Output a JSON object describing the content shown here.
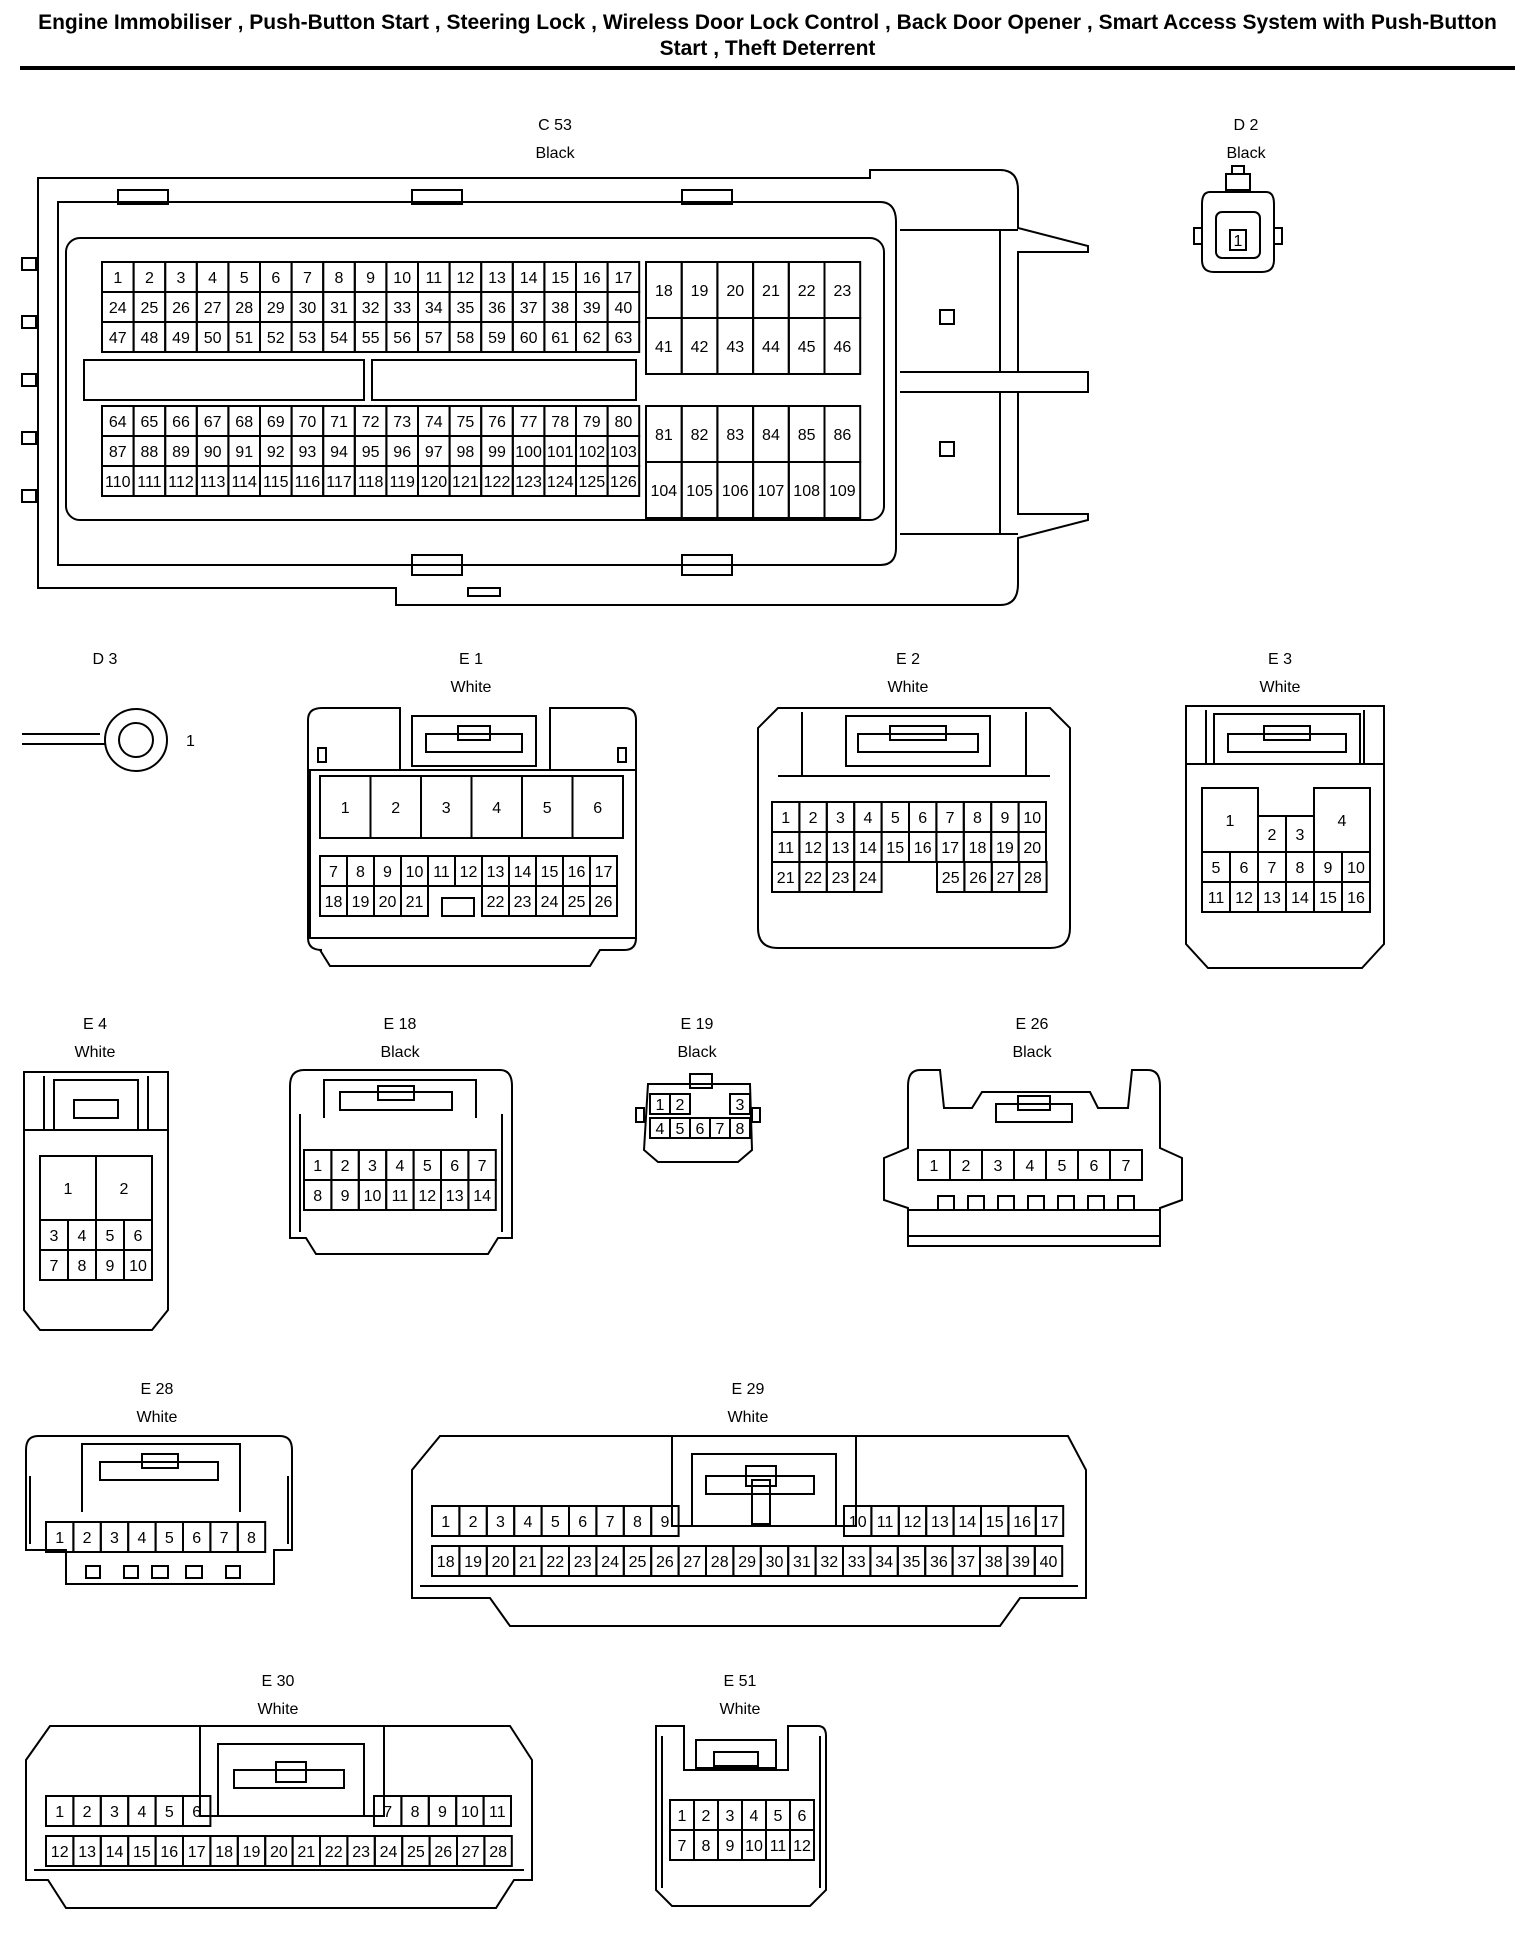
{
  "title": "Engine Immobiliser , Push-Button Start , Steering Lock , Wireless Door Lock Control , Back Door Opener , Smart Access System with Push-Button Start , Theft Deterrent",
  "connectors": [
    {
      "code": "C 53",
      "color": "Black"
    },
    {
      "code": "D 2",
      "color": "Black"
    },
    {
      "code": "D 3",
      "color": ""
    },
    {
      "code": "E 1",
      "color": "White"
    },
    {
      "code": "E 2",
      "color": "White"
    },
    {
      "code": "E 3",
      "color": "White"
    },
    {
      "code": "E 4",
      "color": "White"
    },
    {
      "code": "E 18",
      "color": "Black"
    },
    {
      "code": "E 19",
      "color": "Black"
    },
    {
      "code": "E 26",
      "color": "Black"
    },
    {
      "code": "E 28",
      "color": "White"
    },
    {
      "code": "E 29",
      "color": "White"
    },
    {
      "code": "E 30",
      "color": "White"
    },
    {
      "code": "E 51",
      "color": "White"
    }
  ]
}
